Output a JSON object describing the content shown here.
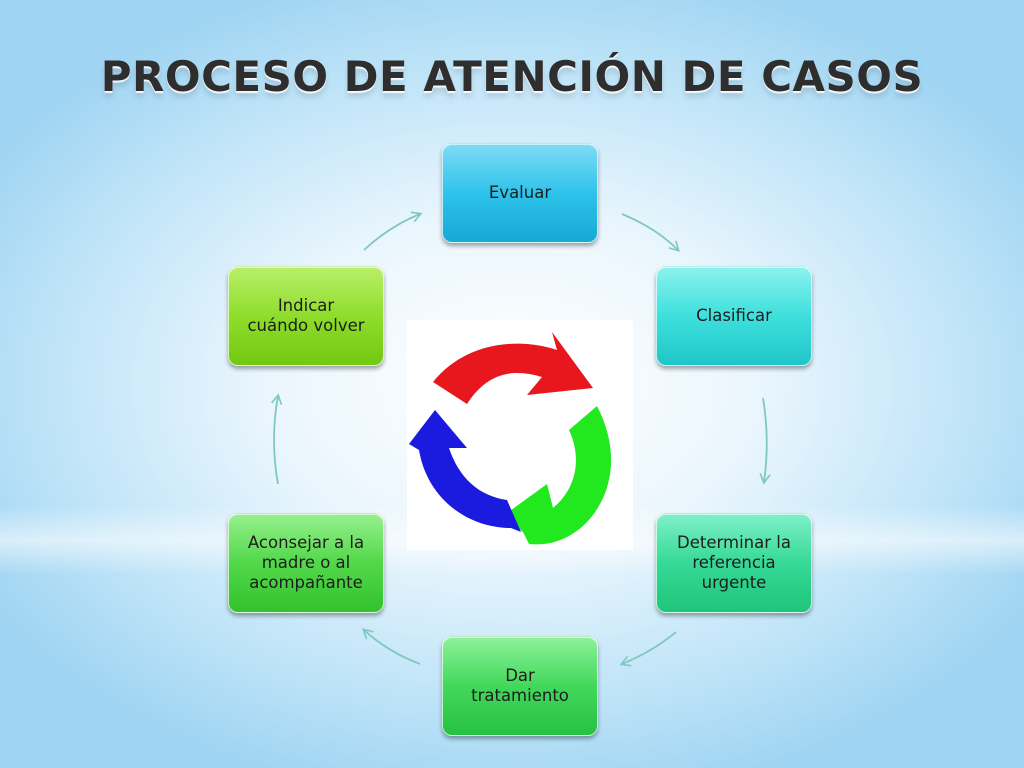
{
  "title": "PROCESO DE ATENCIÓN DE CASOS",
  "steps": [
    "Evaluar",
    "Clasificar",
    "Determinar la\nreferencia\nurgente",
    "Dar\ntratamiento",
    "Aconsejar a la\nmadre o al\nacompañante",
    "Indicar\ncuándo volver"
  ],
  "colors": {
    "connector": "#7fc8c0",
    "cycle_red": "#e8161d",
    "cycle_green": "#22e81e",
    "cycle_blue": "#1b1be0"
  },
  "icon": "circular-arrows-icon"
}
